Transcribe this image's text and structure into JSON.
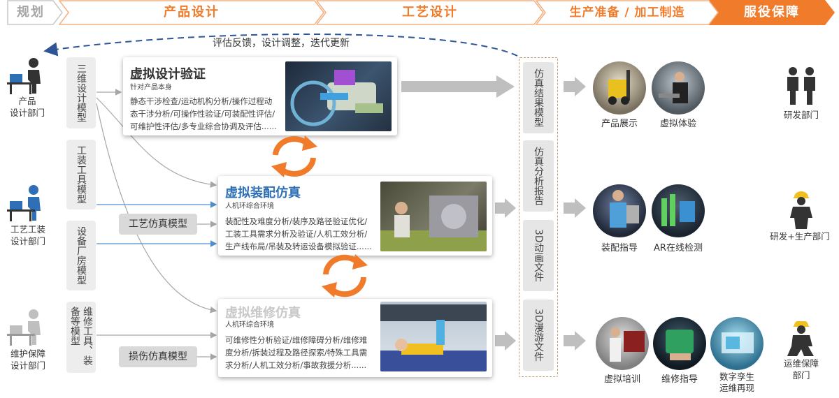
{
  "phases": [
    "规划",
    "产品设计",
    "工艺设计",
    "生产准备 / 加工制造",
    "服役保障"
  ],
  "feedback_text": "评估反馈，设计调整，迭代更新",
  "left_departments": [
    {
      "label": "产品\n设计部门"
    },
    {
      "label": "工艺工装\n设计部门"
    },
    {
      "label": "维护保障\n设计部门"
    }
  ],
  "model_boxes": [
    "三维设计模型",
    "工装工具模型",
    "设备厂房模型",
    "维修工具、装备等模型"
  ],
  "sim_models": [
    "工艺仿真模型",
    "损伤仿真模型"
  ],
  "cards": [
    {
      "title": "虚拟设计验证",
      "subtitle": "针对产品本身",
      "lines": [
        "静态干涉检查/运动机构分析/操作过程动",
        "态干涉分析/可操作性验证/可装配性评估/",
        "可维护性评估/多专业综合协调及评估......"
      ]
    },
    {
      "title": "虚拟装配仿真",
      "subtitle": "人机环综合环境",
      "lines": [
        "装配性及难度分析/装序及路径验证优化/",
        "工装工具需求分析及验证/人机工效分析/",
        "生产线布局/吊装及转运设备模拟验证......"
      ]
    },
    {
      "title": "虚拟维修仿真",
      "subtitle": "人机环综合环境",
      "lines": [
        "可维修性分析验证/维修障碍分析/维修难",
        "度分析/拆装过程及路径探索/特殊工具需",
        "求分析/人机工效分析/事故救援分析......"
      ]
    }
  ],
  "outputs": [
    "仿真结果模型",
    "仿真分析报告",
    "3D动画文件",
    "3D漫游文件"
  ],
  "applications": [
    {
      "label": "产品展示"
    },
    {
      "label": "虚拟体验"
    },
    {
      "label": "装配指导"
    },
    {
      "label": "AR在线检测"
    },
    {
      "label": "虚拟培训"
    },
    {
      "label": "维修指导"
    },
    {
      "label": "数字孪生\n运维再现"
    }
  ],
  "right_departments": [
    "研发部门",
    "研发+生产部门",
    "运维保障\n部门"
  ],
  "colors": {
    "orange": "#f07b2a",
    "blue_title": "#2e6fb5",
    "grey_title": "#c8c8c8",
    "dashed_blue": "#2f5597",
    "line_blue": "#4f8fd0"
  }
}
